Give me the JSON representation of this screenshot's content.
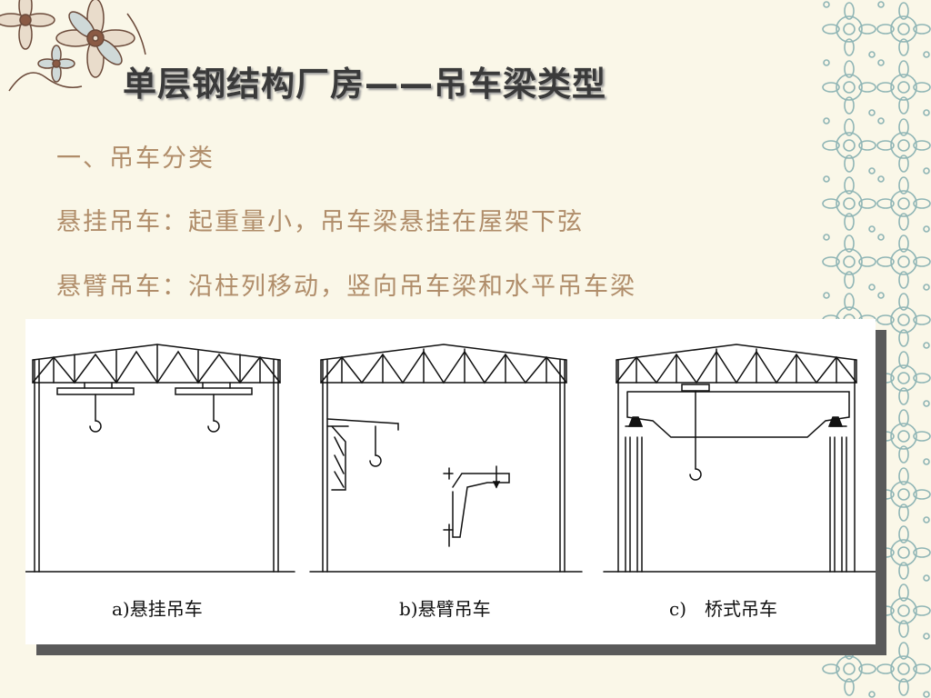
{
  "slide": {
    "title": "单层钢结构厂房——吊车梁类型",
    "lines": [
      "一、吊车分类",
      "悬挂吊车：起重量小，吊车梁悬挂在屋架下弦",
      "悬臂吊车：沿柱列移动，竖向吊车梁和水平吊车梁"
    ]
  },
  "figure": {
    "captions": [
      "a)悬挂吊车",
      "b)悬臂吊车",
      "c)　桥式吊车"
    ]
  },
  "colors": {
    "background": "#faf7e8",
    "title": "#3a3a3a",
    "body_text": "#b08d6a",
    "decoration": "#8fb5b5",
    "flower_brown": "#8a5a44"
  }
}
